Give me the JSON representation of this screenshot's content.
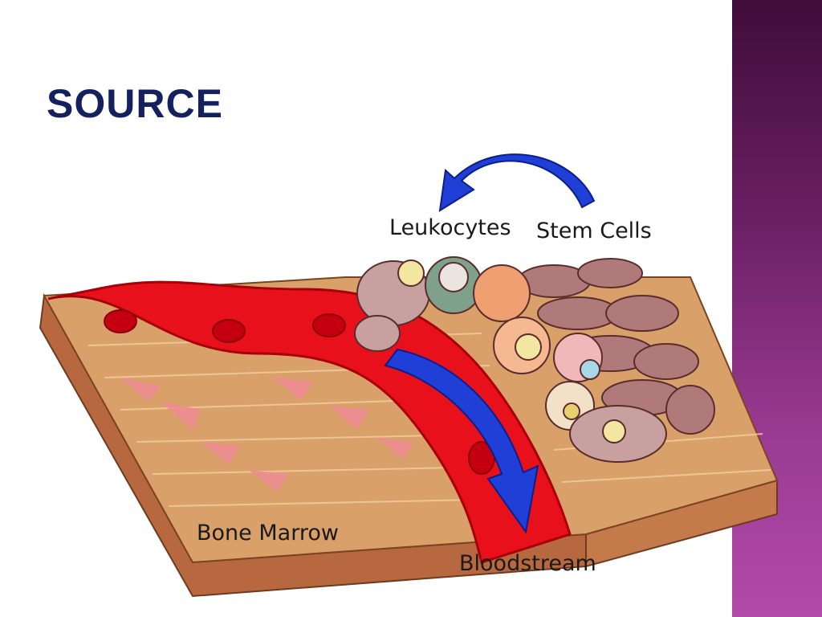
{
  "slide": {
    "title": "SOURCE"
  },
  "diagram": {
    "labels": {
      "leukocytes": "Leukocytes",
      "stem_cells": "Stem Cells",
      "bone_marrow": "Bone Marrow",
      "bloodstream": "Bloodstream"
    }
  },
  "colors": {
    "title": "#14215e",
    "sidebar": "#7a2b72",
    "arrow": "#1f3fd6",
    "vessel": "#e8101a",
    "marrow": "#d7985f"
  }
}
